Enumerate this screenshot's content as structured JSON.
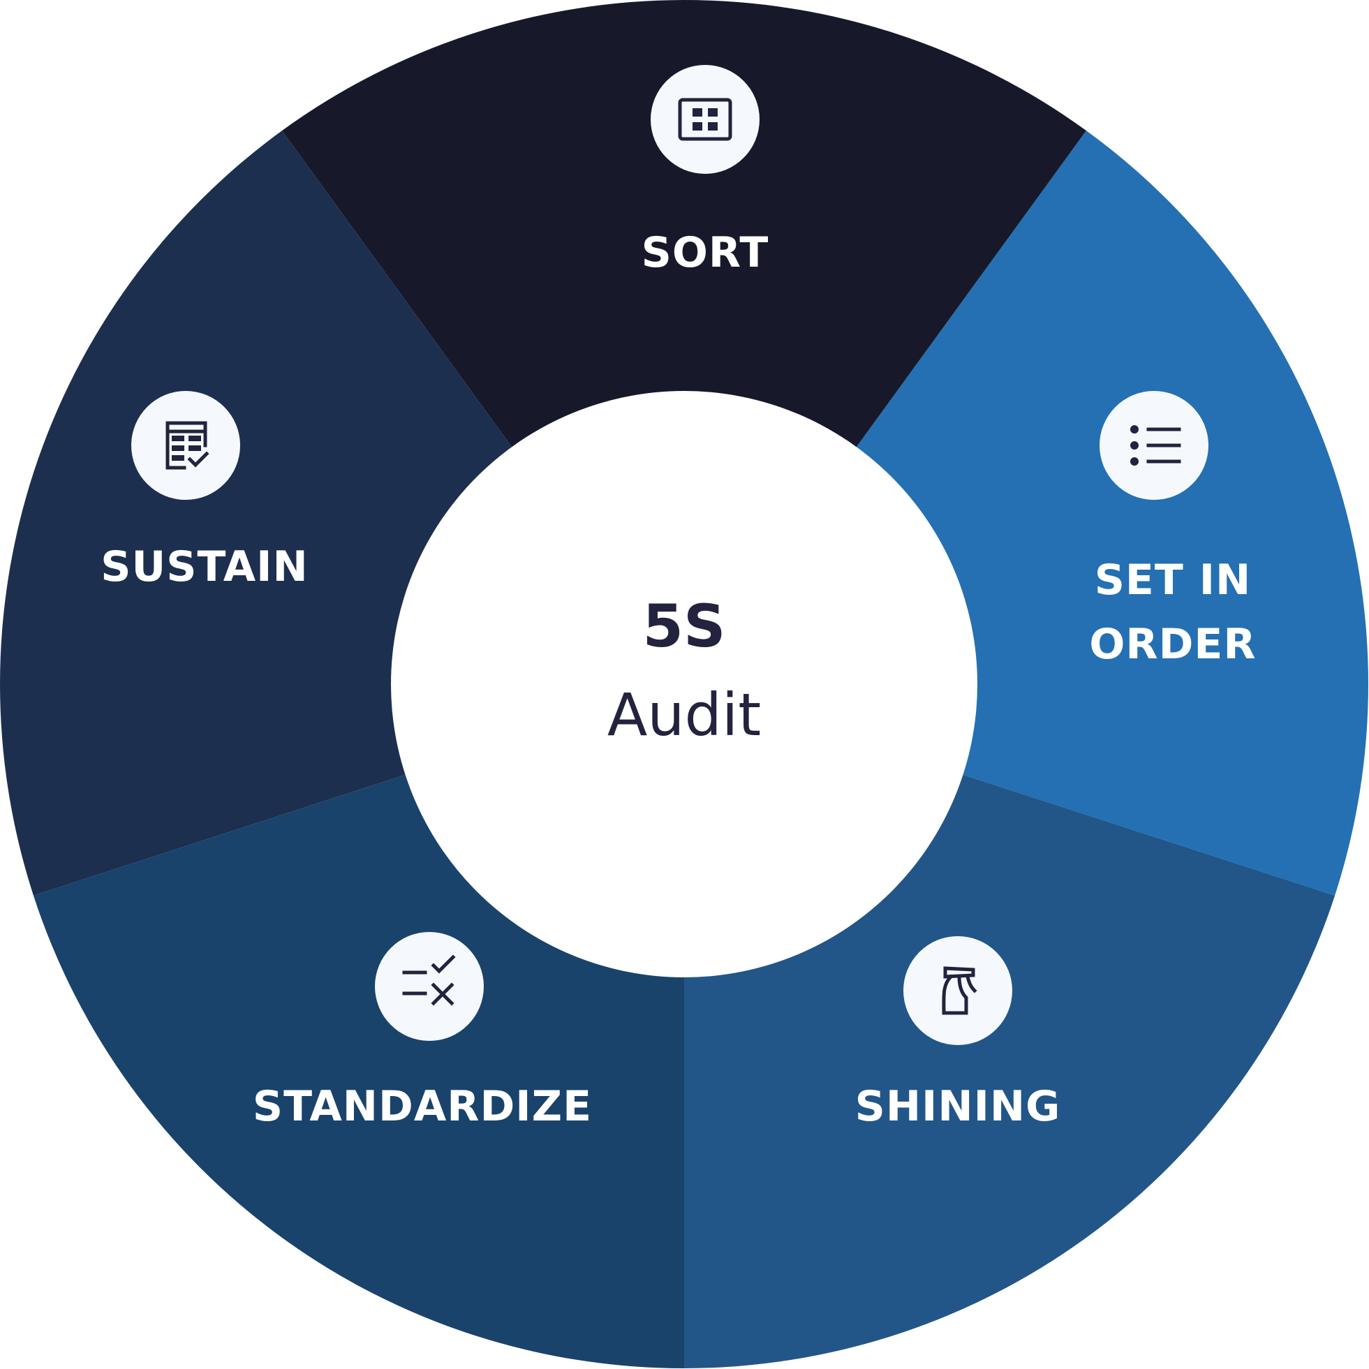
{
  "center": {
    "title": "5S",
    "subtitle": "Audit"
  },
  "segments": [
    {
      "label": "SORT",
      "icon": "grid-window-icon",
      "color": "#17192b"
    },
    {
      "label": "SET IN\nORDER",
      "icon": "bulleted-list-icon",
      "color": "#2470b3"
    },
    {
      "label": "SHINING",
      "icon": "spray-bottle-icon",
      "color": "#225688"
    },
    {
      "label": "STANDARDIZE",
      "icon": "equals-check-cross-icon",
      "color": "#1a436b"
    },
    {
      "label": "SUSTAIN",
      "icon": "checklist-table-icon",
      "color": "#1d2f4e"
    }
  ],
  "colors": {
    "center_fill": "#ffffff",
    "text_dark": "#23233f",
    "icon_background": "#f5f9fd"
  }
}
